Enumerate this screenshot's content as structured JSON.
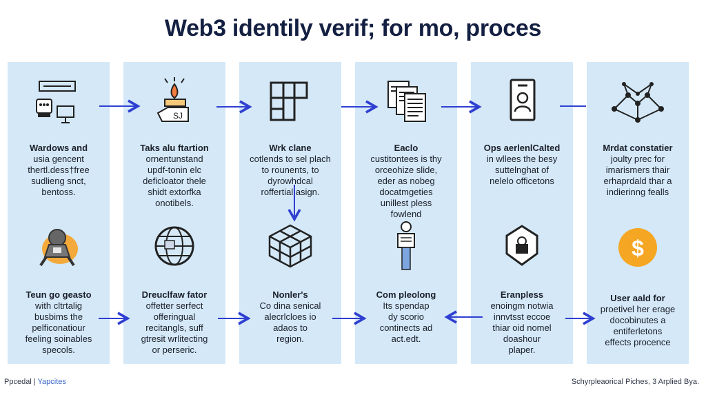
{
  "title": "Web3 identily verif; for mo, proces",
  "colors": {
    "panel": "#d4e8f7",
    "arrow": "#2f3fd1",
    "title": "#142042",
    "coin": "#f5a623",
    "person_fill": "#7da6e0",
    "accent_orange": "#f4a93b"
  },
  "top_row": [
    {
      "icon": "computer-monitor-icon",
      "heading": "Wardows and",
      "lines": [
        "usia gencent",
        "thertl.dess†free",
        "sudlieng snct,",
        "bentoss."
      ]
    },
    {
      "icon": "hand-key-icon",
      "heading": "Taks alu ftartion",
      "lines": [
        "ornentunstand",
        "updf-tonin elc",
        "deficloator thele",
        "shidt extorfka",
        "onotibels."
      ]
    },
    {
      "icon": "grid-blocks-icon",
      "heading": "Wrk clane",
      "lines": [
        "cotlends to sel plach",
        "to rounents, to",
        "dyrowhdcal",
        "roffertial asign."
      ]
    },
    {
      "icon": "documents-icon",
      "heading": "Eaclo",
      "lines": [
        "custitontees is thy",
        "orceohize slide,",
        "eder as nobeg",
        "docatmgeties",
        "unillest pless",
        "fowlend"
      ]
    },
    {
      "icon": "id-badge-icon",
      "heading": "Ops aerlenlCalted",
      "lines": [
        "in wllees the besy",
        "suttelnghat of",
        "nelelo officetons"
      ]
    },
    {
      "icon": "network-nodes-icon",
      "heading": "Mrdat constatier",
      "lines": [
        "joulty prec for",
        "imarismers thair",
        "erhaprdald thar a",
        "indierinng fealls"
      ]
    }
  ],
  "bottom_row": [
    {
      "icon": "astronaut-icon",
      "heading": "Teun go geasto",
      "lines": [
        "with cltrtalig",
        "busbims the",
        "pelficonatiour",
        "feeling soinables",
        "specols."
      ]
    },
    {
      "icon": "globe-icon",
      "heading": "Dreuclfaw fator",
      "lines": [
        "offetter serfect",
        "offeringual",
        "recitangls, suff",
        "gtresit wrlitecting",
        "or perseric."
      ]
    },
    {
      "icon": "cube-icon",
      "heading": "Nonler's",
      "lines": [
        "Co dina senical",
        "alecrlcloes io",
        "adaos to",
        "region."
      ]
    },
    {
      "icon": "person-scroll-icon",
      "heading": "Com pleolong",
      "lines": [
        "Its spendap",
        "dy scorio",
        "continects ad",
        "act.edt."
      ]
    },
    {
      "icon": "shield-lock-icon",
      "heading": "Eranpless",
      "lines": [
        "enoingm notwia",
        "innvtsst eccoe",
        "thiar oid nomel",
        "doashour",
        "plaper."
      ]
    },
    {
      "icon": "dollar-coin-icon",
      "heading": "User aald for",
      "lines": [
        "proetivel her erage",
        "docobinutes a",
        "entiferletons",
        "effects procence"
      ]
    }
  ],
  "footer": {
    "left_main": "Ppcedal | ",
    "left_accent": "Yapcites",
    "right": "Schyrpleaorical Piches, 3 Arplied Bya."
  }
}
